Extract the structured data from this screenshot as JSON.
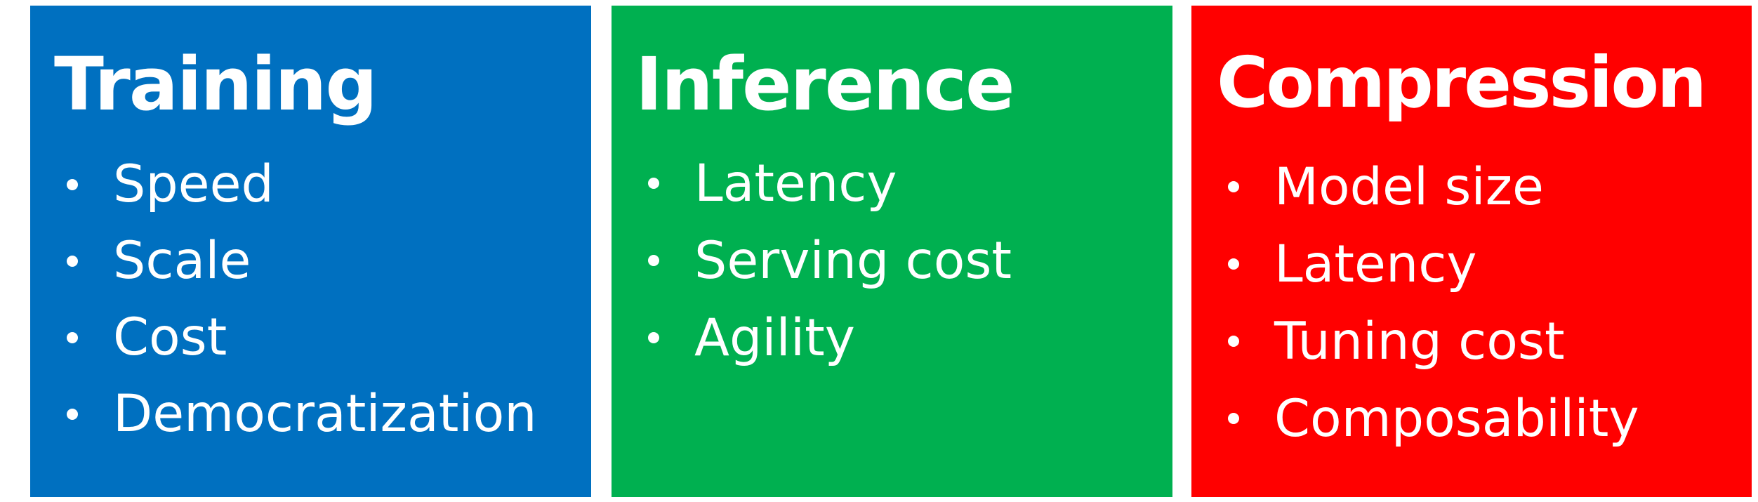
{
  "colors": {
    "training": "#0070C0",
    "inference": "#00B050",
    "compression": "#FF0000",
    "text": "#FFFFFF"
  },
  "panels": [
    {
      "title": "Training",
      "items": [
        "Speed",
        "Scale",
        "Cost",
        "Democratization"
      ]
    },
    {
      "title": "Inference",
      "items": [
        "Latency",
        "Serving cost",
        "Agility"
      ]
    },
    {
      "title": "Compression",
      "items": [
        "Model size",
        "Latency",
        "Tuning cost",
        "Composability"
      ]
    }
  ]
}
